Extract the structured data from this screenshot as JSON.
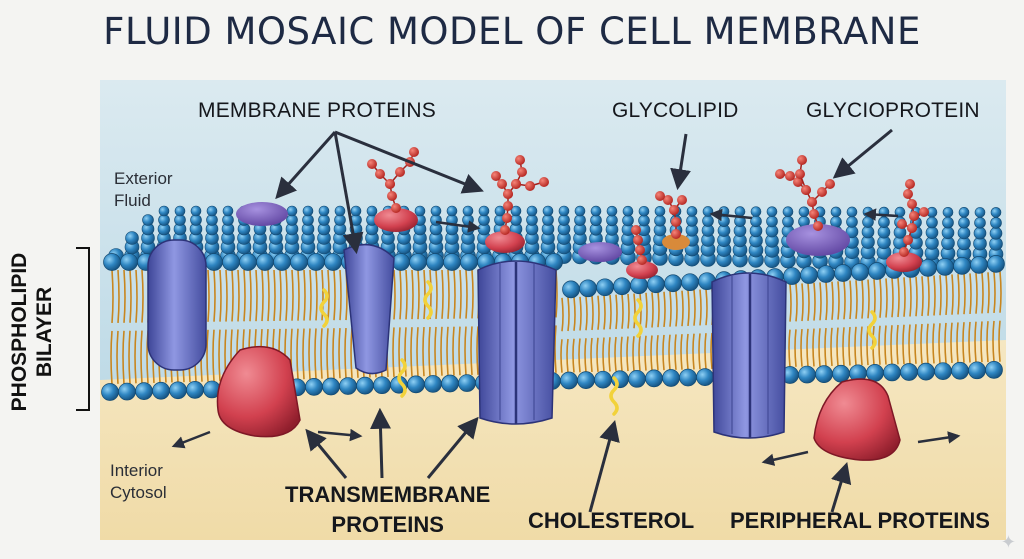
{
  "title": "FLUID MOSAIC MODEL OF CELL MEMBRANE",
  "labels": {
    "membrane_proteins": "MEMBRANE PROTEINS",
    "glycolipid": "GLYCOLIPID",
    "glycoprotein": "GLYCIOPROTEIN",
    "exterior_fluid": "Exterior\nFluid",
    "interior_cytosol": "Interior\nCytosol",
    "phospholipid_bilayer": "PHOSPHOLIPID\nBILAYER",
    "transmembrane_proteins": "TRANSMEMBRANE\nPROTEINS",
    "cholesterol": "CHOLESTEROL",
    "peripheral_proteins": "PERIPHERAL PROTEINS"
  },
  "colors": {
    "extracellular": "#cfe5ec",
    "cytosol": "#f3e3b8",
    "head": "#2f7fb5",
    "tail": "#d99a2b",
    "protein": "#6b73c6",
    "peripheral": "#d74b5a",
    "sugar": "#cf3a36",
    "cholesterol": "#f2d23a"
  }
}
